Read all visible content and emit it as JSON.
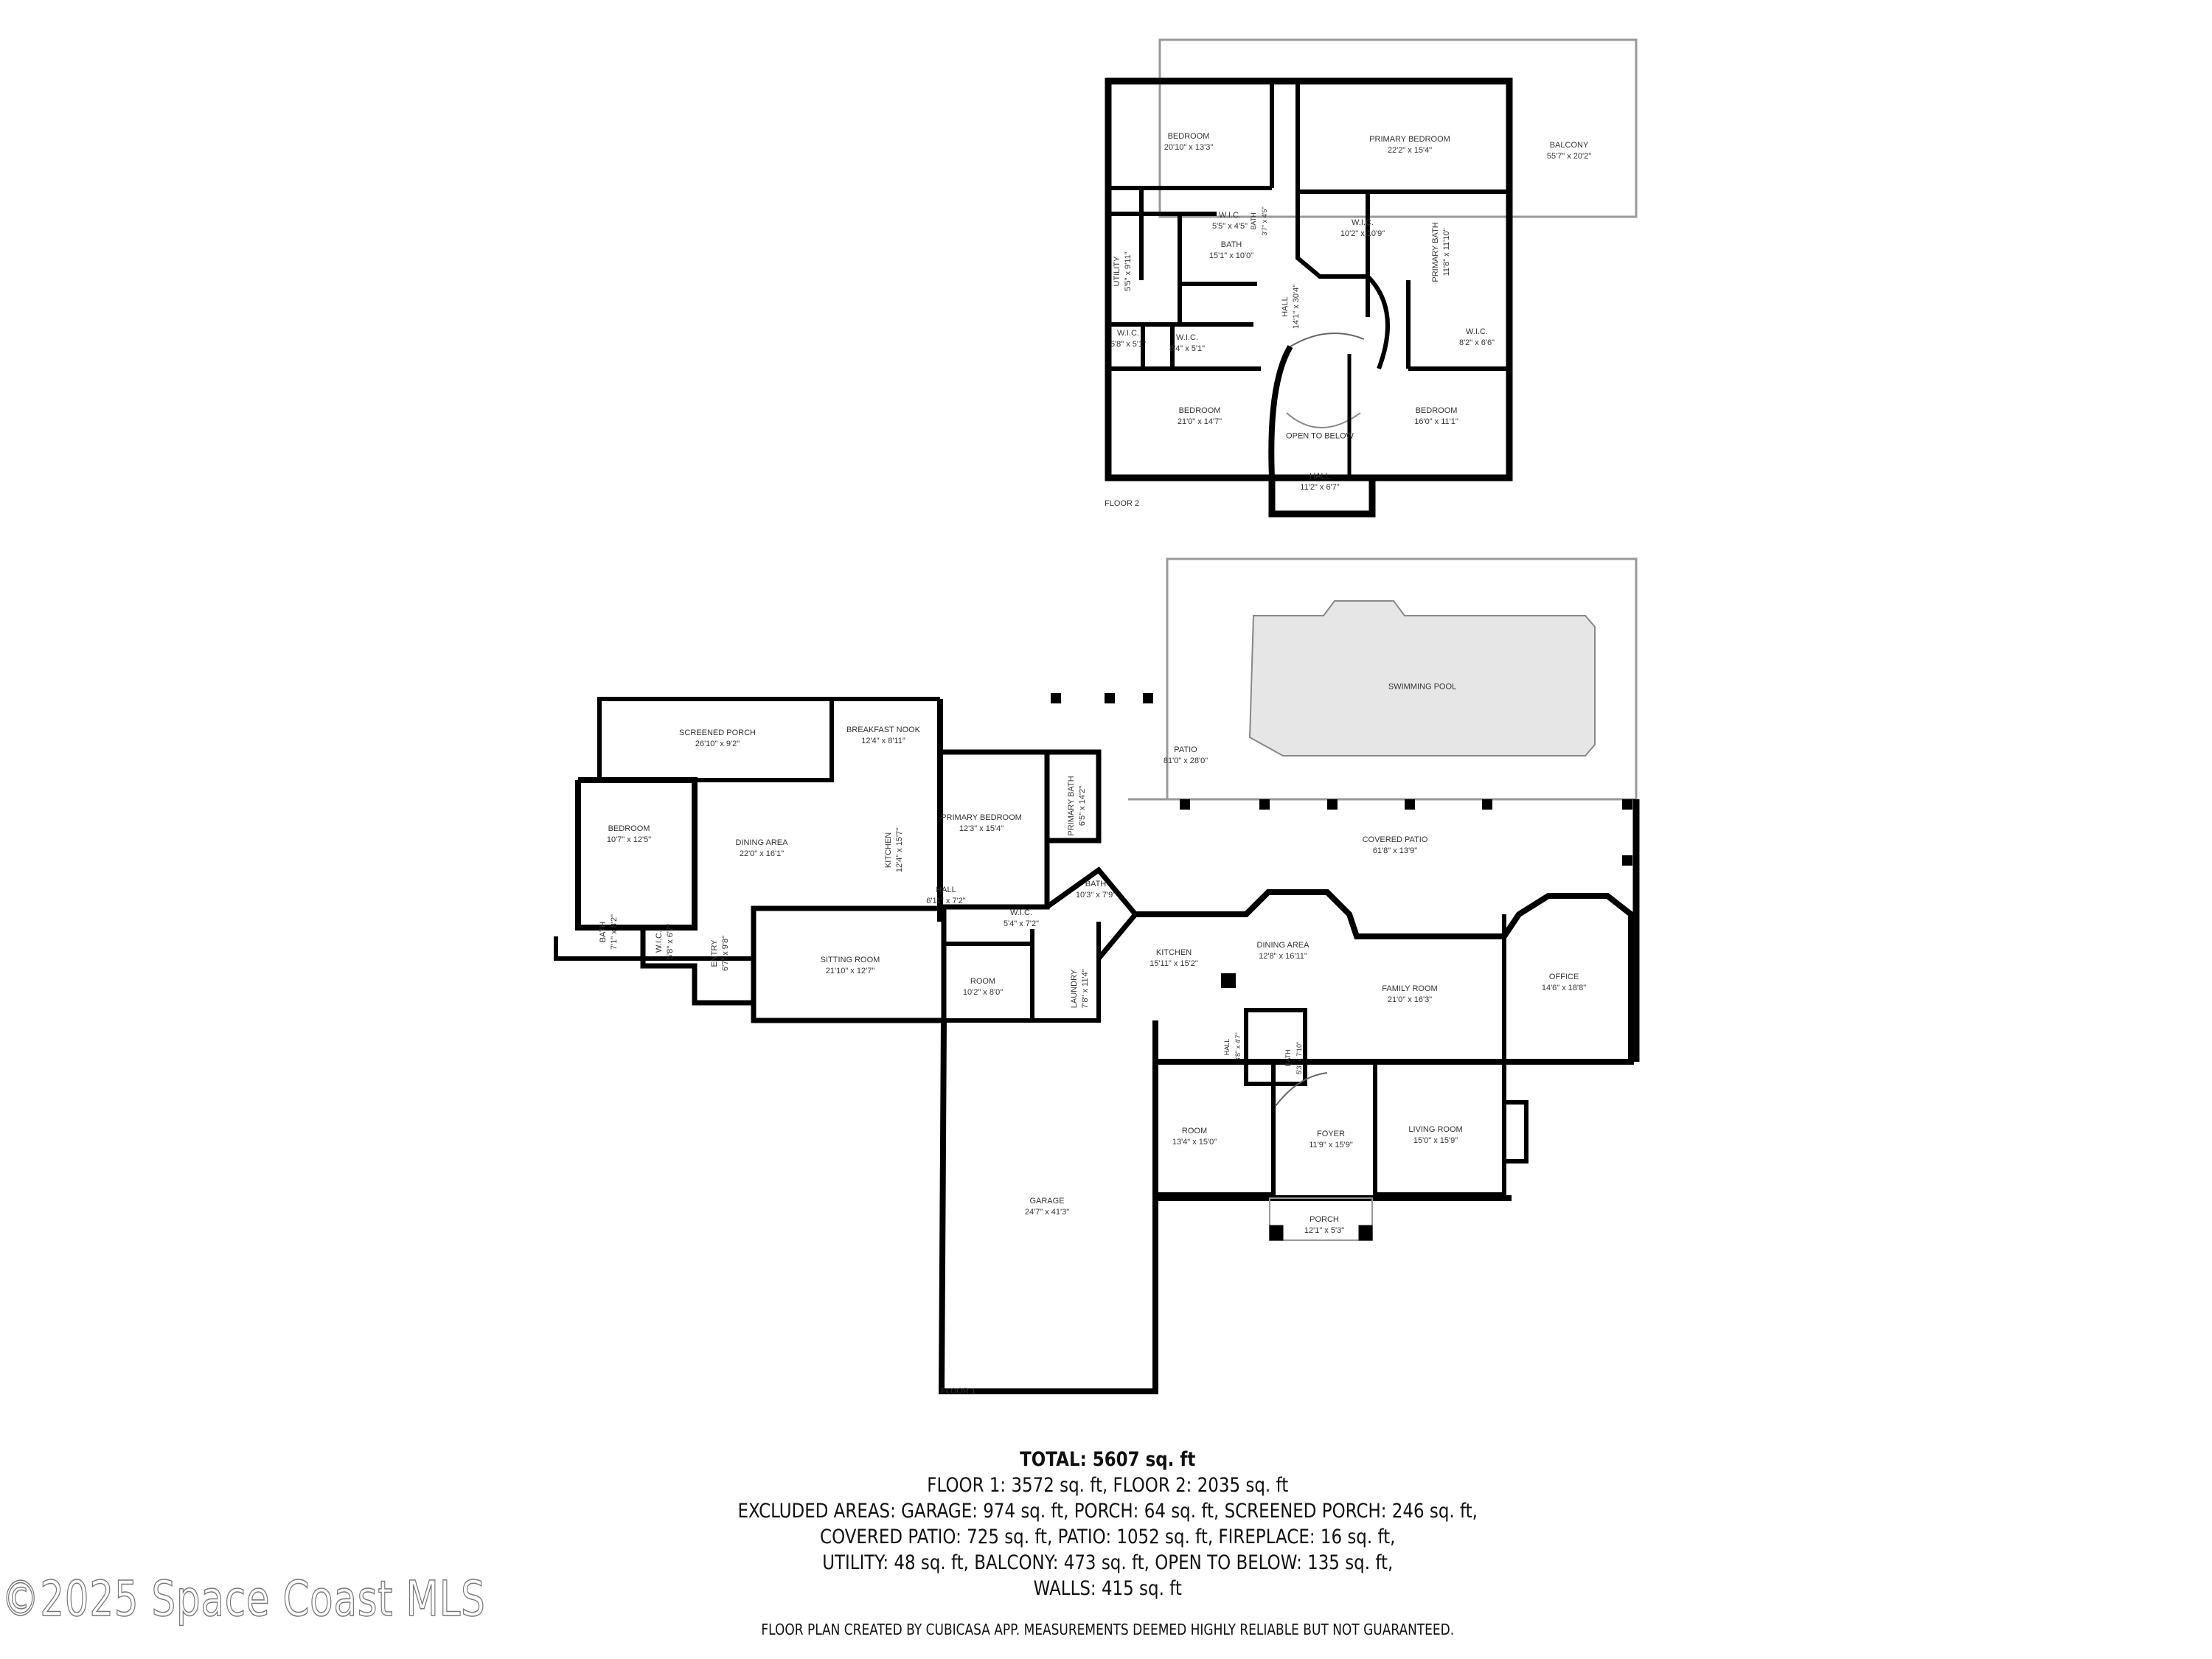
{
  "floor2": {
    "label": "FLOOR 2",
    "rooms": [
      {
        "name": "BEDROOM",
        "dims": "20'10\" x 13'3\""
      },
      {
        "name": "PRIMARY BEDROOM",
        "dims": "22'2\" x 15'4\""
      },
      {
        "name": "BALCONY",
        "dims": "55'7\" x 20'2\""
      },
      {
        "name": "W.I.C.",
        "dims": "5'5\" x 4'5\""
      },
      {
        "name": "BATH",
        "dims": "3'7\" x 4'5\""
      },
      {
        "name": "BATH",
        "dims": "15'1\" x 10'0\""
      },
      {
        "name": "UTILITY",
        "dims": "5'5\" x 9'11\""
      },
      {
        "name": "HALL",
        "dims": "14'1\" x 30'4\""
      },
      {
        "name": "W.I.C.",
        "dims": "10'2\" x 10'9\""
      },
      {
        "name": "PRIMARY BATH",
        "dims": "11'8\" x 11'10\""
      },
      {
        "name": "W.I.C.",
        "dims": "5'8\" x 5'1\""
      },
      {
        "name": "W.I.C.",
        "dims": "8'4\" x 5'1\""
      },
      {
        "name": "W.I.C.",
        "dims": "8'2\" x 6'6\""
      },
      {
        "name": "BEDROOM",
        "dims": "21'0\" x 14'7\""
      },
      {
        "name": "OPEN TO BELOW",
        "dims": ""
      },
      {
        "name": "BEDROOM",
        "dims": "16'0\" x 11'1\""
      },
      {
        "name": "HALL",
        "dims": "11'2\" x 6'7\""
      }
    ]
  },
  "floor1": {
    "label": "FLOOR 1",
    "rooms": [
      {
        "name": "SCREENED PORCH",
        "dims": "26'10\" x 9'2\""
      },
      {
        "name": "BREAKFAST NOOK",
        "dims": "12'4\" x 8'11\""
      },
      {
        "name": "BEDROOM",
        "dims": "10'7\" x 12'5\""
      },
      {
        "name": "DINING AREA",
        "dims": "22'0\" x 16'1\""
      },
      {
        "name": "KITCHEN",
        "dims": "12'4\" x 15'7\""
      },
      {
        "name": "PRIMARY BEDROOM",
        "dims": "12'3\" x 15'4\""
      },
      {
        "name": "PRIMARY BATH",
        "dims": "6'5\" x 14'2\""
      },
      {
        "name": "BATH",
        "dims": "10'3\" x 7'9\""
      },
      {
        "name": "HALL",
        "dims": "6'11\" x 7'2\""
      },
      {
        "name": "W.I.C.",
        "dims": "5'4\" x 7'2\""
      },
      {
        "name": "BATH",
        "dims": "7'1\" x 8'2\""
      },
      {
        "name": "W.I.C.",
        "dims": "5'8\" x 6'7\""
      },
      {
        "name": "ENTRY",
        "dims": "6'7\" x 9'8\""
      },
      {
        "name": "SITTING ROOM",
        "dims": "21'10\" x 12'7\""
      },
      {
        "name": "ROOM",
        "dims": "10'2\" x 8'0\""
      },
      {
        "name": "LAUNDRY",
        "dims": "7'8\" x 11'4\""
      },
      {
        "name": "KITCHEN",
        "dims": "15'11\" x 15'2\""
      },
      {
        "name": "DINING AREA",
        "dims": "12'8\" x 16'11\""
      },
      {
        "name": "FAMILY ROOM",
        "dims": "21'0\" x 16'3\""
      },
      {
        "name": "OFFICE",
        "dims": "14'6\" x 18'8\""
      },
      {
        "name": "HALL",
        "dims": "3'8\" x 4'7\""
      },
      {
        "name": "BATH",
        "dims": "5'3\" x 7'10\""
      },
      {
        "name": "ROOM",
        "dims": "13'4\" x 15'0\""
      },
      {
        "name": "FOYER",
        "dims": "11'9\" x 15'9\""
      },
      {
        "name": "LIVING ROOM",
        "dims": "15'0\" x 15'9\""
      },
      {
        "name": "PORCH",
        "dims": "12'1\" x 5'3\""
      },
      {
        "name": "GARAGE",
        "dims": "24'7\" x 41'3\""
      },
      {
        "name": "PATIO",
        "dims": "81'0\" x 28'0\""
      },
      {
        "name": "COVERED PATIO",
        "dims": "61'8\" x 13'9\""
      },
      {
        "name": "SWIMMING POOL",
        "dims": ""
      }
    ]
  },
  "summary": {
    "total": "TOTAL: 5607 sq. ft",
    "lines": [
      "FLOOR 1: 3572 sq. ft, FLOOR 2: 2035 sq. ft",
      "EXCLUDED AREAS: GARAGE: 974 sq. ft, PORCH: 64 sq. ft, SCREENED PORCH: 246 sq. ft,",
      "COVERED PATIO: 725 sq. ft, PATIO: 1052 sq. ft, FIREPLACE: 16 sq. ft,",
      "UTILITY: 48 sq. ft, BALCONY: 473 sq. ft, OPEN TO BELOW: 135 sq. ft,",
      "WALLS: 415 sq. ft"
    ],
    "disclaimer": "FLOOR PLAN CREATED BY CUBICASA APP. MEASUREMENTS DEEMED HIGHLY RELIABLE BUT NOT GUARANTEED."
  },
  "watermark": "©2025 Space Coast MLS",
  "colors": {
    "wall": "#000000",
    "pool": "#e6e6e6",
    "outline": "#999999"
  }
}
